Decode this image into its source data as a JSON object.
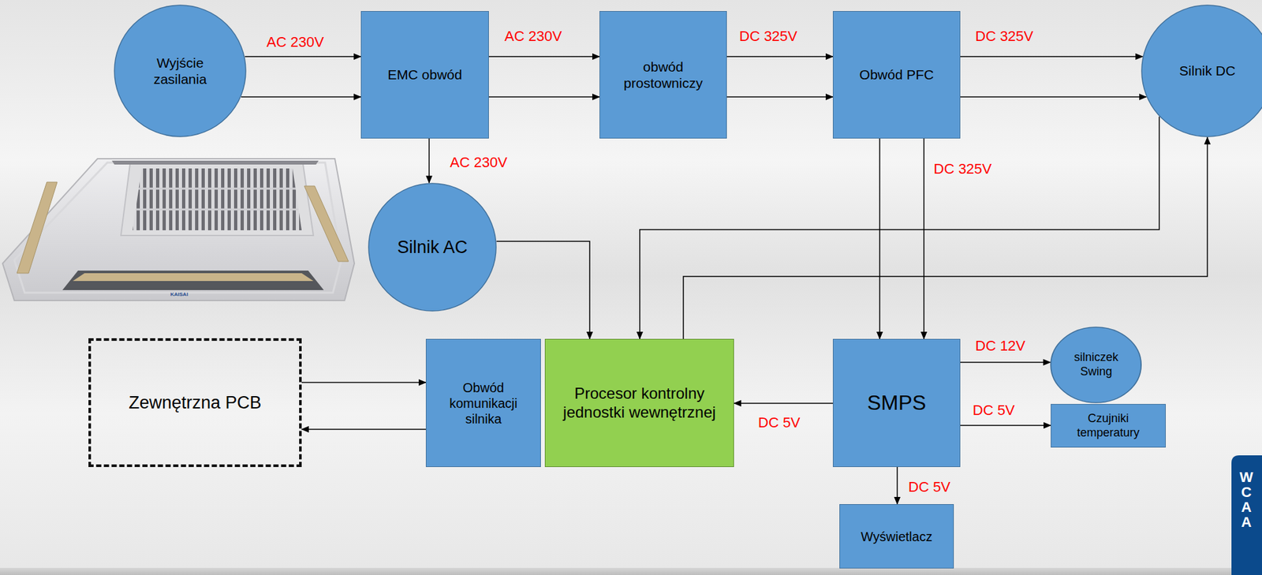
{
  "diagram": {
    "nodes": [
      {
        "text": [
          "Wyjście zasilania"
        ]
      },
      {
        "text": [
          "EMC obwód"
        ]
      },
      {
        "text": [
          "obwód prostowniczy"
        ]
      },
      {
        "text": [
          "Obwód PFC"
        ]
      },
      {
        "text": [
          "Silnik DC"
        ]
      },
      {
        "text": [
          "Silnik AC"
        ]
      },
      {
        "text": [
          "Zewnętrzna PCB"
        ]
      },
      {
        "text": [
          "Obwód komunikacji silnika"
        ]
      },
      {
        "text": [
          "Procesor kontrolny jednostki wewnętrznej"
        ]
      },
      {
        "text": [
          "SMPS"
        ]
      },
      {
        "text": [
          "silniczek Swing"
        ]
      },
      {
        "text": [
          "Czujniki temperatury"
        ]
      },
      {
        "text": [
          "Wyświetlacz"
        ]
      }
    ],
    "edges": [
      {
        "from": 0,
        "to": 1,
        "arrow": "to",
        "label": "AC 230V"
      },
      {
        "from": 0,
        "to": 1,
        "arrow": "to"
      },
      {
        "from": 1,
        "to": 2,
        "arrow": "to",
        "label": "AC 230V"
      },
      {
        "from": 1,
        "to": 2,
        "arrow": "to"
      },
      {
        "from": 2,
        "to": 3,
        "arrow": "to",
        "label": "DC 325V"
      },
      {
        "from": 2,
        "to": 3,
        "arrow": "to"
      },
      {
        "from": 3,
        "to": 4,
        "arrow": "to",
        "label": "DC 325V"
      },
      {
        "from": 3,
        "to": 4,
        "arrow": "to"
      },
      {
        "from": 1,
        "to": 5,
        "arrow": "to",
        "label": "AC 230V"
      },
      {
        "from": 3,
        "to": 9,
        "arrow": "to"
      },
      {
        "from": 3,
        "to": 9,
        "arrow": "to",
        "label": "DC 325V"
      },
      {
        "from": 5,
        "to": 8,
        "arrow": "to"
      },
      {
        "from": 4,
        "to": 8,
        "arrow": "to"
      },
      {
        "from": 8,
        "to": 4,
        "arrow": "to"
      },
      {
        "from": 6,
        "to": 7,
        "arrow": "to"
      },
      {
        "from": 7,
        "to": 6,
        "arrow": "to"
      },
      {
        "from": 9,
        "to": 8,
        "arrow": "to",
        "label": "DC 5V"
      },
      {
        "from": 9,
        "to": 10,
        "arrow": "to",
        "label": "DC 12V"
      },
      {
        "from": 9,
        "to": 11,
        "arrow": "to",
        "label": "DC 5V"
      },
      {
        "from": 9,
        "to": 12,
        "arrow": "to",
        "label": "DC 5V"
      }
    ],
    "labels": [
      "WCAA",
      "KAISAI"
    ]
  }
}
